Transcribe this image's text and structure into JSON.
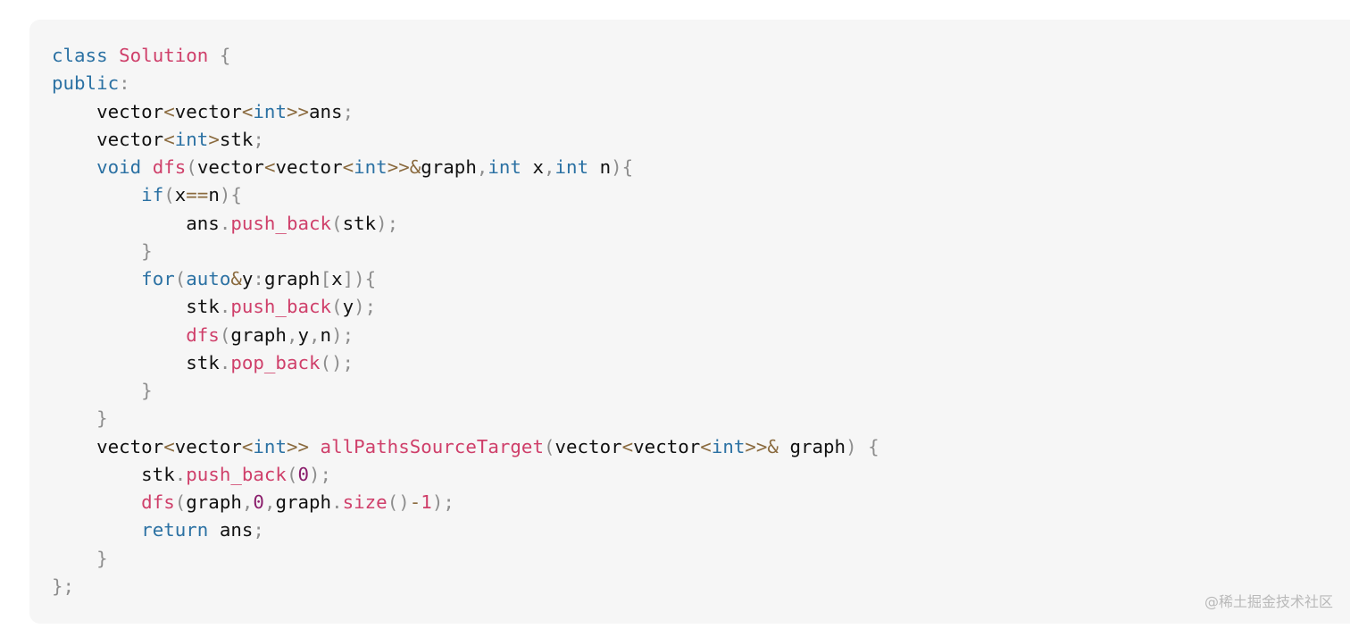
{
  "colors": {
    "background": "#f6f6f6",
    "keyword": "#2b71a3",
    "title": "#cf3f6a",
    "punct": "#8e8e8e",
    "operator": "#8a6a3e",
    "number": "#8a1d6b",
    "plain": "#111111",
    "watermark": "#b9b9b9"
  },
  "code_lines": [
    [
      {
        "t": "keyword",
        "v": "class"
      },
      {
        "t": "plain",
        "v": " "
      },
      {
        "t": "title",
        "v": "Solution"
      },
      {
        "t": "plain",
        "v": " "
      },
      {
        "t": "punct",
        "v": "{"
      }
    ],
    [
      {
        "t": "keyword",
        "v": "public"
      },
      {
        "t": "punct",
        "v": ":"
      }
    ],
    [
      {
        "t": "plain",
        "v": "    vector"
      },
      {
        "t": "operator",
        "v": "<"
      },
      {
        "t": "plain",
        "v": "vector"
      },
      {
        "t": "operator",
        "v": "<"
      },
      {
        "t": "keyword",
        "v": "int"
      },
      {
        "t": "operator",
        "v": ">>"
      },
      {
        "t": "plain",
        "v": "ans"
      },
      {
        "t": "punct",
        "v": ";"
      }
    ],
    [
      {
        "t": "plain",
        "v": "    vector"
      },
      {
        "t": "operator",
        "v": "<"
      },
      {
        "t": "keyword",
        "v": "int"
      },
      {
        "t": "operator",
        "v": ">"
      },
      {
        "t": "plain",
        "v": "stk"
      },
      {
        "t": "punct",
        "v": ";"
      }
    ],
    [
      {
        "t": "plain",
        "v": "    "
      },
      {
        "t": "keyword",
        "v": "void"
      },
      {
        "t": "plain",
        "v": " "
      },
      {
        "t": "title",
        "v": "dfs"
      },
      {
        "t": "punct",
        "v": "("
      },
      {
        "t": "plain",
        "v": "vector"
      },
      {
        "t": "operator",
        "v": "<"
      },
      {
        "t": "plain",
        "v": "vector"
      },
      {
        "t": "operator",
        "v": "<"
      },
      {
        "t": "keyword",
        "v": "int"
      },
      {
        "t": "operator",
        "v": ">>&"
      },
      {
        "t": "plain",
        "v": "graph"
      },
      {
        "t": "punct",
        "v": ","
      },
      {
        "t": "keyword",
        "v": "int"
      },
      {
        "t": "plain",
        "v": " x"
      },
      {
        "t": "punct",
        "v": ","
      },
      {
        "t": "keyword",
        "v": "int"
      },
      {
        "t": "plain",
        "v": " n"
      },
      {
        "t": "punct",
        "v": "){"
      }
    ],
    [
      {
        "t": "plain",
        "v": "        "
      },
      {
        "t": "keyword",
        "v": "if"
      },
      {
        "t": "punct",
        "v": "("
      },
      {
        "t": "plain",
        "v": "x"
      },
      {
        "t": "operator",
        "v": "=="
      },
      {
        "t": "plain",
        "v": "n"
      },
      {
        "t": "punct",
        "v": "){"
      }
    ],
    [
      {
        "t": "plain",
        "v": "            ans"
      },
      {
        "t": "punct",
        "v": "."
      },
      {
        "t": "title",
        "v": "push_back"
      },
      {
        "t": "punct",
        "v": "("
      },
      {
        "t": "plain",
        "v": "stk"
      },
      {
        "t": "punct",
        "v": ");"
      }
    ],
    [
      {
        "t": "plain",
        "v": "        "
      },
      {
        "t": "punct",
        "v": "}"
      }
    ],
    [
      {
        "t": "plain",
        "v": "        "
      },
      {
        "t": "keyword",
        "v": "for"
      },
      {
        "t": "punct",
        "v": "("
      },
      {
        "t": "keyword",
        "v": "auto"
      },
      {
        "t": "operator",
        "v": "&"
      },
      {
        "t": "plain",
        "v": "y"
      },
      {
        "t": "punct",
        "v": ":"
      },
      {
        "t": "plain",
        "v": "graph"
      },
      {
        "t": "punct",
        "v": "["
      },
      {
        "t": "plain",
        "v": "x"
      },
      {
        "t": "punct",
        "v": "]){"
      }
    ],
    [
      {
        "t": "plain",
        "v": "            stk"
      },
      {
        "t": "punct",
        "v": "."
      },
      {
        "t": "title",
        "v": "push_back"
      },
      {
        "t": "punct",
        "v": "("
      },
      {
        "t": "plain",
        "v": "y"
      },
      {
        "t": "punct",
        "v": ");"
      }
    ],
    [
      {
        "t": "plain",
        "v": "            "
      },
      {
        "t": "title",
        "v": "dfs"
      },
      {
        "t": "punct",
        "v": "("
      },
      {
        "t": "plain",
        "v": "graph"
      },
      {
        "t": "punct",
        "v": ","
      },
      {
        "t": "plain",
        "v": "y"
      },
      {
        "t": "punct",
        "v": ","
      },
      {
        "t": "plain",
        "v": "n"
      },
      {
        "t": "punct",
        "v": ");"
      }
    ],
    [
      {
        "t": "plain",
        "v": "            stk"
      },
      {
        "t": "punct",
        "v": "."
      },
      {
        "t": "title",
        "v": "pop_back"
      },
      {
        "t": "punct",
        "v": "();"
      }
    ],
    [
      {
        "t": "plain",
        "v": "        "
      },
      {
        "t": "punct",
        "v": "}"
      }
    ],
    [
      {
        "t": "plain",
        "v": "    "
      },
      {
        "t": "punct",
        "v": "}"
      }
    ],
    [
      {
        "t": "plain",
        "v": "    vector"
      },
      {
        "t": "operator",
        "v": "<"
      },
      {
        "t": "plain",
        "v": "vector"
      },
      {
        "t": "operator",
        "v": "<"
      },
      {
        "t": "keyword",
        "v": "int"
      },
      {
        "t": "operator",
        "v": ">>"
      },
      {
        "t": "plain",
        "v": " "
      },
      {
        "t": "title",
        "v": "allPathsSourceTarget"
      },
      {
        "t": "punct",
        "v": "("
      },
      {
        "t": "plain",
        "v": "vector"
      },
      {
        "t": "operator",
        "v": "<"
      },
      {
        "t": "plain",
        "v": "vector"
      },
      {
        "t": "operator",
        "v": "<"
      },
      {
        "t": "keyword",
        "v": "int"
      },
      {
        "t": "operator",
        "v": ">>&"
      },
      {
        "t": "plain",
        "v": " graph"
      },
      {
        "t": "punct",
        "v": ") {"
      }
    ],
    [
      {
        "t": "plain",
        "v": "        stk"
      },
      {
        "t": "punct",
        "v": "."
      },
      {
        "t": "title",
        "v": "push_back"
      },
      {
        "t": "punct",
        "v": "("
      },
      {
        "t": "number",
        "v": "0"
      },
      {
        "t": "punct",
        "v": ");"
      }
    ],
    [
      {
        "t": "plain",
        "v": "        "
      },
      {
        "t": "title",
        "v": "dfs"
      },
      {
        "t": "punct",
        "v": "("
      },
      {
        "t": "plain",
        "v": "graph"
      },
      {
        "t": "punct",
        "v": ","
      },
      {
        "t": "number",
        "v": "0"
      },
      {
        "t": "punct",
        "v": ","
      },
      {
        "t": "plain",
        "v": "graph"
      },
      {
        "t": "punct",
        "v": "."
      },
      {
        "t": "title",
        "v": "size"
      },
      {
        "t": "punct",
        "v": "()"
      },
      {
        "t": "operator",
        "v": "-"
      },
      {
        "t": "title",
        "v": "1"
      },
      {
        "t": "punct",
        "v": ");"
      }
    ],
    [
      {
        "t": "plain",
        "v": "        "
      },
      {
        "t": "keyword",
        "v": "return"
      },
      {
        "t": "plain",
        "v": " ans"
      },
      {
        "t": "punct",
        "v": ";"
      }
    ],
    [
      {
        "t": "plain",
        "v": "    "
      },
      {
        "t": "punct",
        "v": "}"
      }
    ],
    [
      {
        "t": "punct",
        "v": "};"
      }
    ]
  ],
  "watermark": "@稀土掘金技术社区"
}
